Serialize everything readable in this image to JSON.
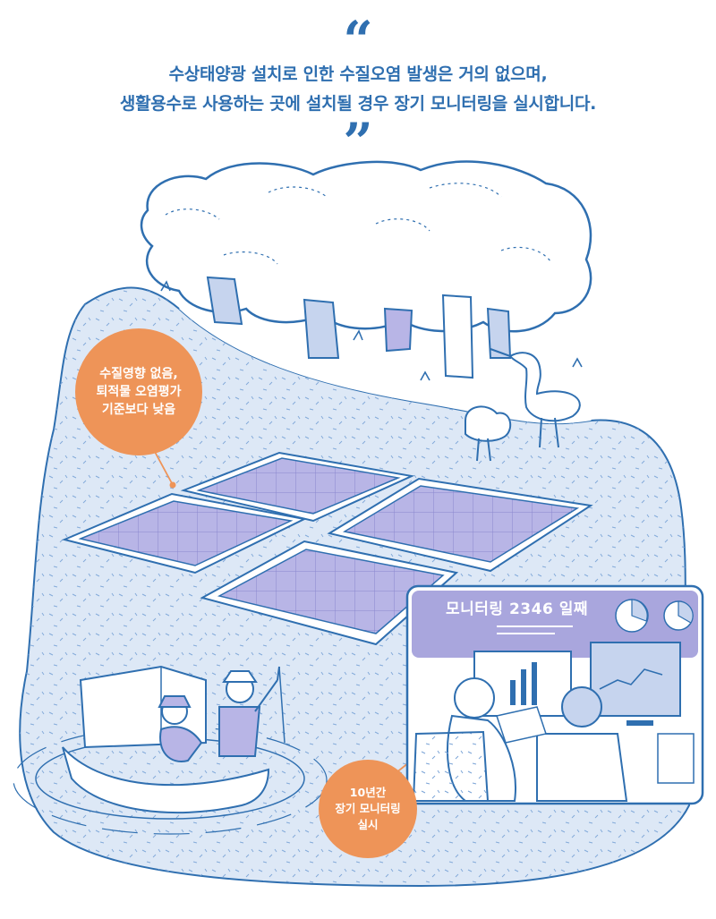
{
  "quote": {
    "open_mark": "“",
    "close_mark": "”",
    "line1": "수상태양광 설치로 인한 수질오염 발생은 거의 없으며,",
    "line2": "생활용수로 사용하는 곳에 설치될 경우 장기 모니터링을 실시합니다."
  },
  "callouts": {
    "water_quality": {
      "line1": "수질영향 없음,",
      "line2": "퇴적물 오염평가",
      "line3": "기준보다 낮음"
    },
    "monitoring": {
      "line1": "10년간",
      "line2": "장기 모니터링",
      "line3": "실시"
    }
  },
  "monitor_room": {
    "title": "모니터링 2346 일째"
  },
  "colors": {
    "primary_blue": "#2f6fb0",
    "water": "#dde8f6",
    "panel_purple": "#b8b5e6",
    "accent_orange": "#ee9458",
    "tree_trunk": "#c6d4ee"
  },
  "icons": [
    "tree-icon",
    "heron-icon",
    "duck-icon",
    "solar-panel-icon",
    "boat-icon",
    "computer-monitor-icon",
    "pie-chart-icon"
  ]
}
